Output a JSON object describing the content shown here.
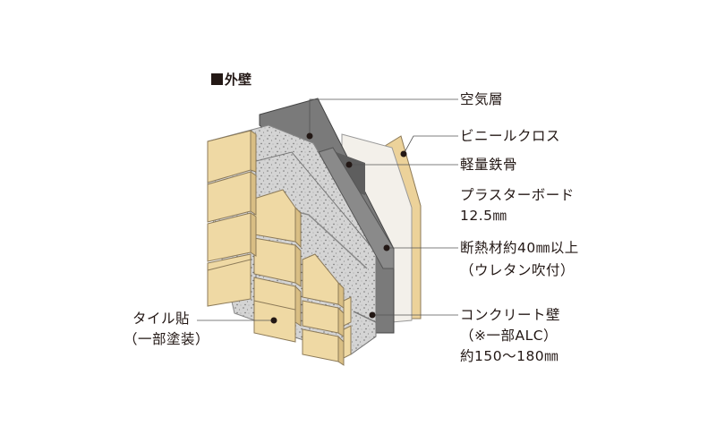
{
  "title": "外壁",
  "labels": {
    "air_layer": "空気層",
    "vinyl_cloth": "ビニールクロス",
    "light_steel": "軽量鉄骨",
    "plasterboard_1": "プラスターボード",
    "plasterboard_2": "12.5㎜",
    "insulation_1": "断熱材約40㎜以上",
    "insulation_2": "（ウレタン吹付）",
    "concrete_1": "コンクリート壁",
    "concrete_2": "（※一部ALC）",
    "concrete_3": "約150〜180㎜",
    "tile_1": "タイル貼",
    "tile_2": "（一部塗装）"
  },
  "colors": {
    "brick_fill": "#efd9a4",
    "brick_edge": "#8c7a58",
    "concrete": "#cfcfcf",
    "concrete_dark": "#a9a9a9",
    "steel": "#6e6e6e",
    "board": "#f3f0ea",
    "wood": "#e9cf92",
    "line": "#555555",
    "ink": "#231815"
  }
}
